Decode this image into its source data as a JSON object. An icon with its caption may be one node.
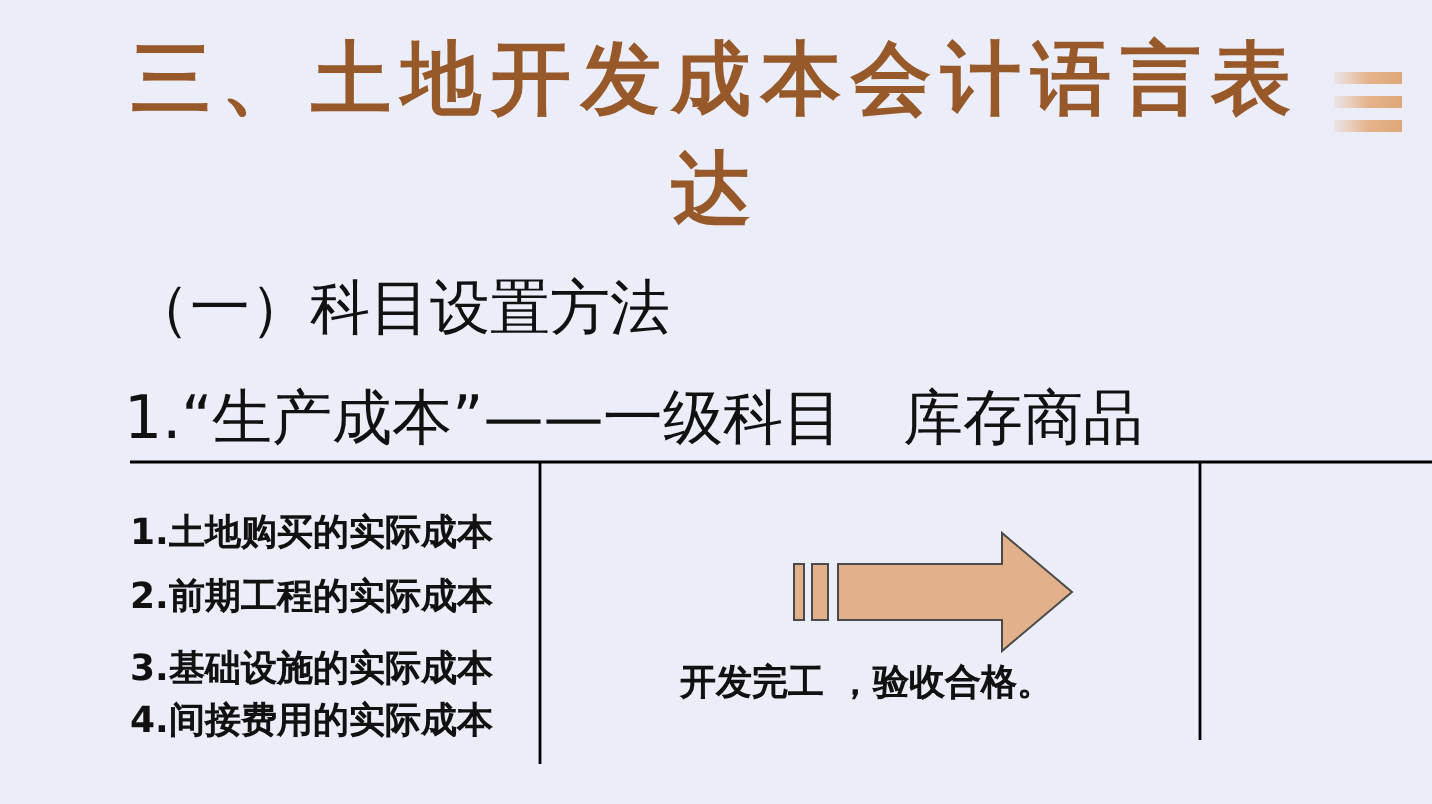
{
  "diagram": {
    "title": "三、土地开发成本会计语言表达",
    "labels": [
      "（一）科目设置方法",
      "1.“生产成本”——一级科目　库存商品",
      "1.土地购买的实际成本",
      "2.前期工程的实际成本",
      "3.基础设施的实际成本",
      "4.间接费用的实际成本",
      "开发完工 ，验收合格。"
    ]
  }
}
